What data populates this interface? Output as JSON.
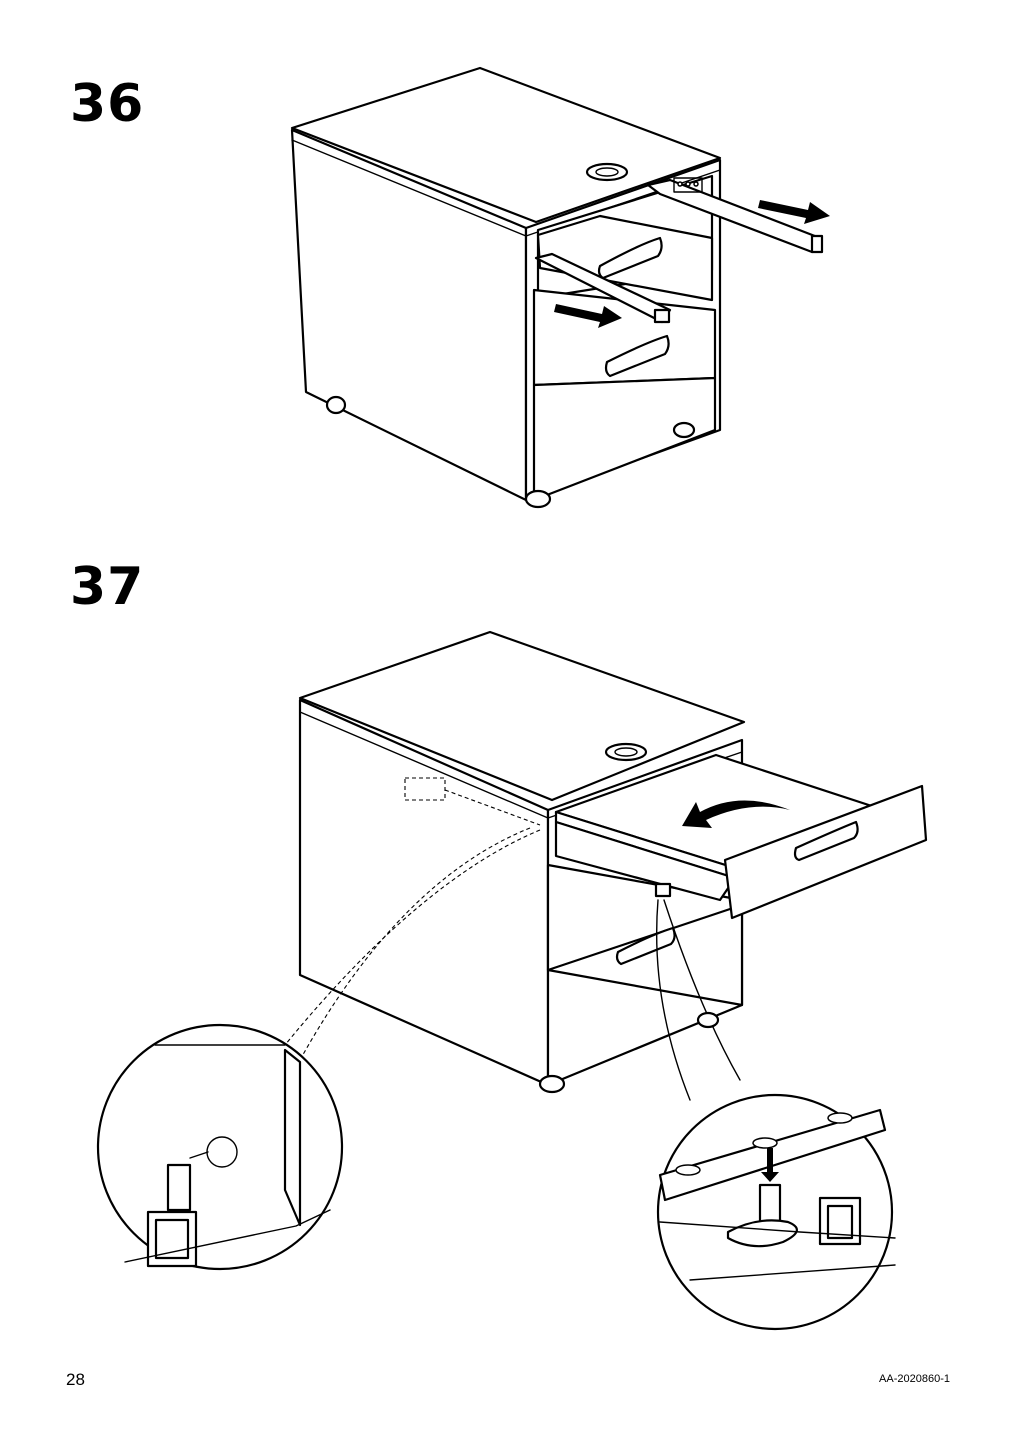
{
  "steps": [
    {
      "number": "36"
    },
    {
      "number": "37"
    }
  ],
  "footer": {
    "page_number": "28",
    "doc_code": "AA-2020860-1"
  },
  "colors": {
    "ink": "#000000",
    "paper": "#ffffff"
  }
}
